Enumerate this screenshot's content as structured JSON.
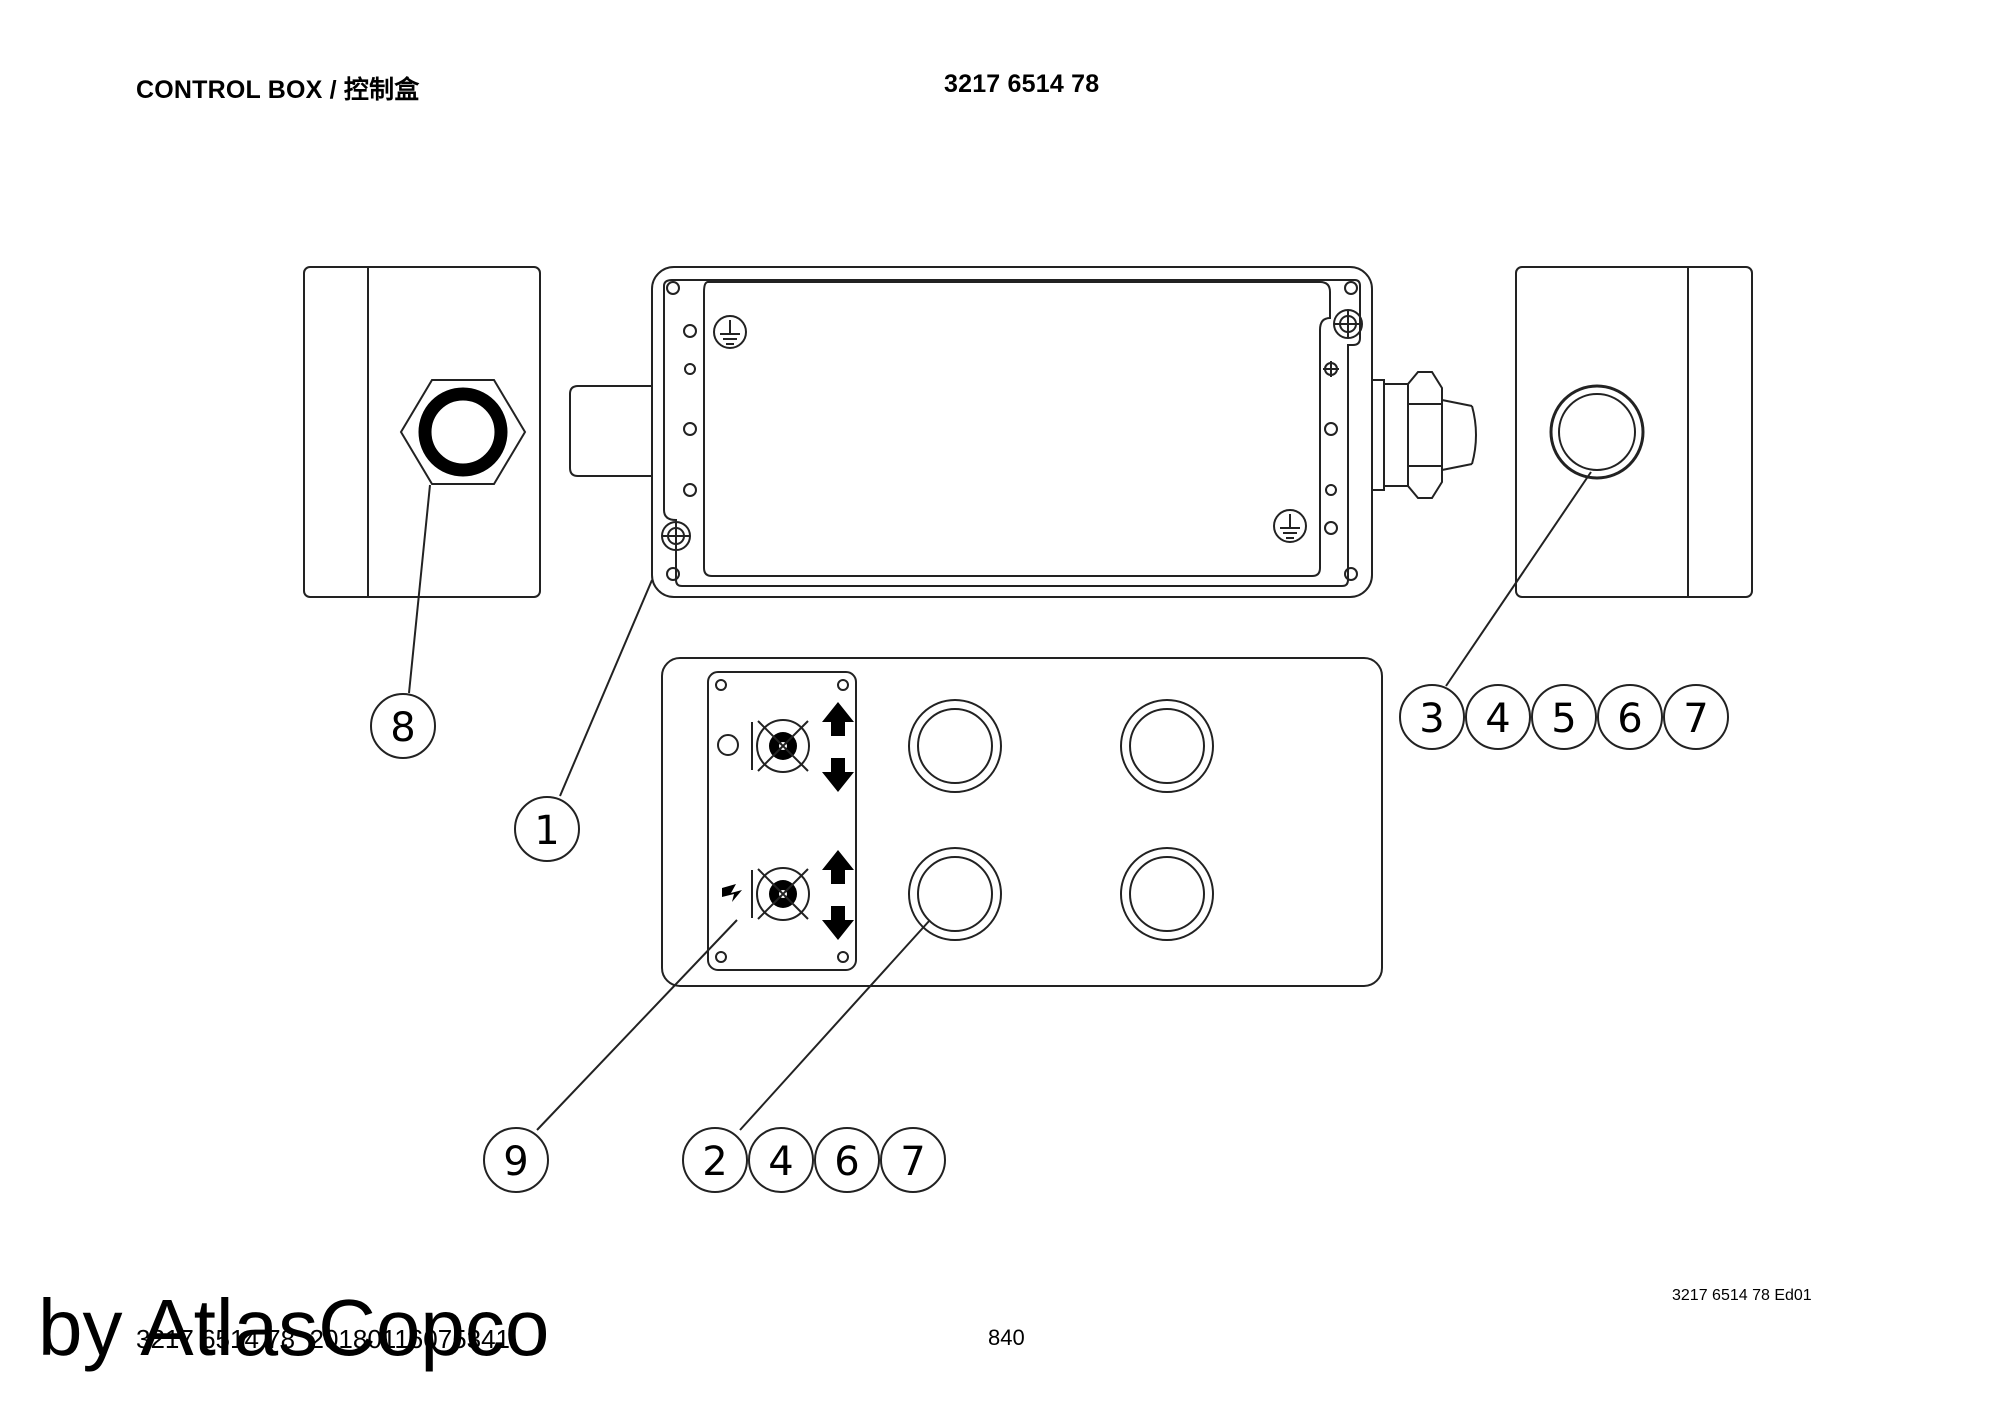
{
  "header": {
    "title": "CONTROL BOX / 控制盒",
    "part_number": "3217 6514 78"
  },
  "footer": {
    "reference": "3217 6514 78 Ed01",
    "page_number": "840",
    "file_code": "3217 6514 78_20180116075341",
    "watermark": "by AtlasCopco"
  },
  "callouts": {
    "c1": "1",
    "c8": "8",
    "c9": "9",
    "right_group": [
      "3",
      "4",
      "5",
      "6",
      "7"
    ],
    "bottom_group": [
      "2",
      "4",
      "6",
      "7"
    ]
  }
}
